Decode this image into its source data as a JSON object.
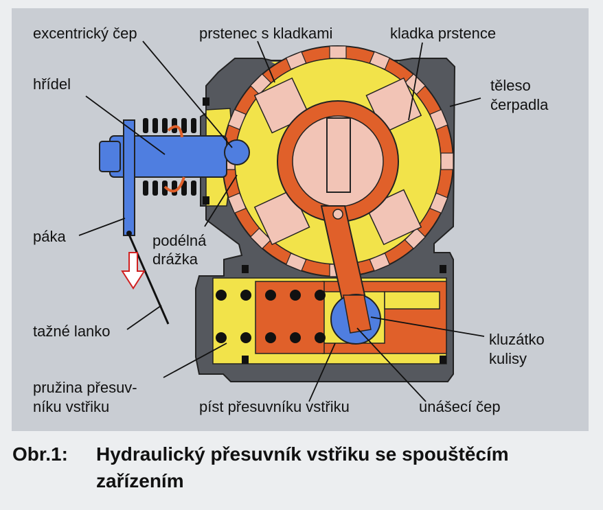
{
  "labels": {
    "excentricky_cep": "excentrický čep",
    "prstenec_s_kladkami": "prstenec s kladkami",
    "kladka_prstence": "kladka prstence",
    "hridel": "hřídel",
    "teleso_1": "těleso",
    "teleso_2": "čerpadla",
    "paka": "páka",
    "podelna_1": "podélná",
    "podelna_2": "drážka",
    "tazne_lanko": "tažné lanko",
    "kluzatko_1": "kluzátko",
    "kluzatko_2": "kulisy",
    "pruzina_1": "pružina přesuv-",
    "pruzina_2": "níku vstřiku",
    "pist": "píst přesuvníku vstřiku",
    "unaseci_cep": "unášecí čep"
  },
  "caption": {
    "number": "Obr.1:",
    "line1": "Hydraulický přesuvník vstřiku se spouštěcím",
    "line2": "zařízením"
  },
  "colors": {
    "housing": "#55585e",
    "yellow": "#f2e34a",
    "orange": "#e0602a",
    "blue": "#4f7ee0",
    "pink": "#f2c4b6",
    "panel": "#c9cdd3"
  }
}
